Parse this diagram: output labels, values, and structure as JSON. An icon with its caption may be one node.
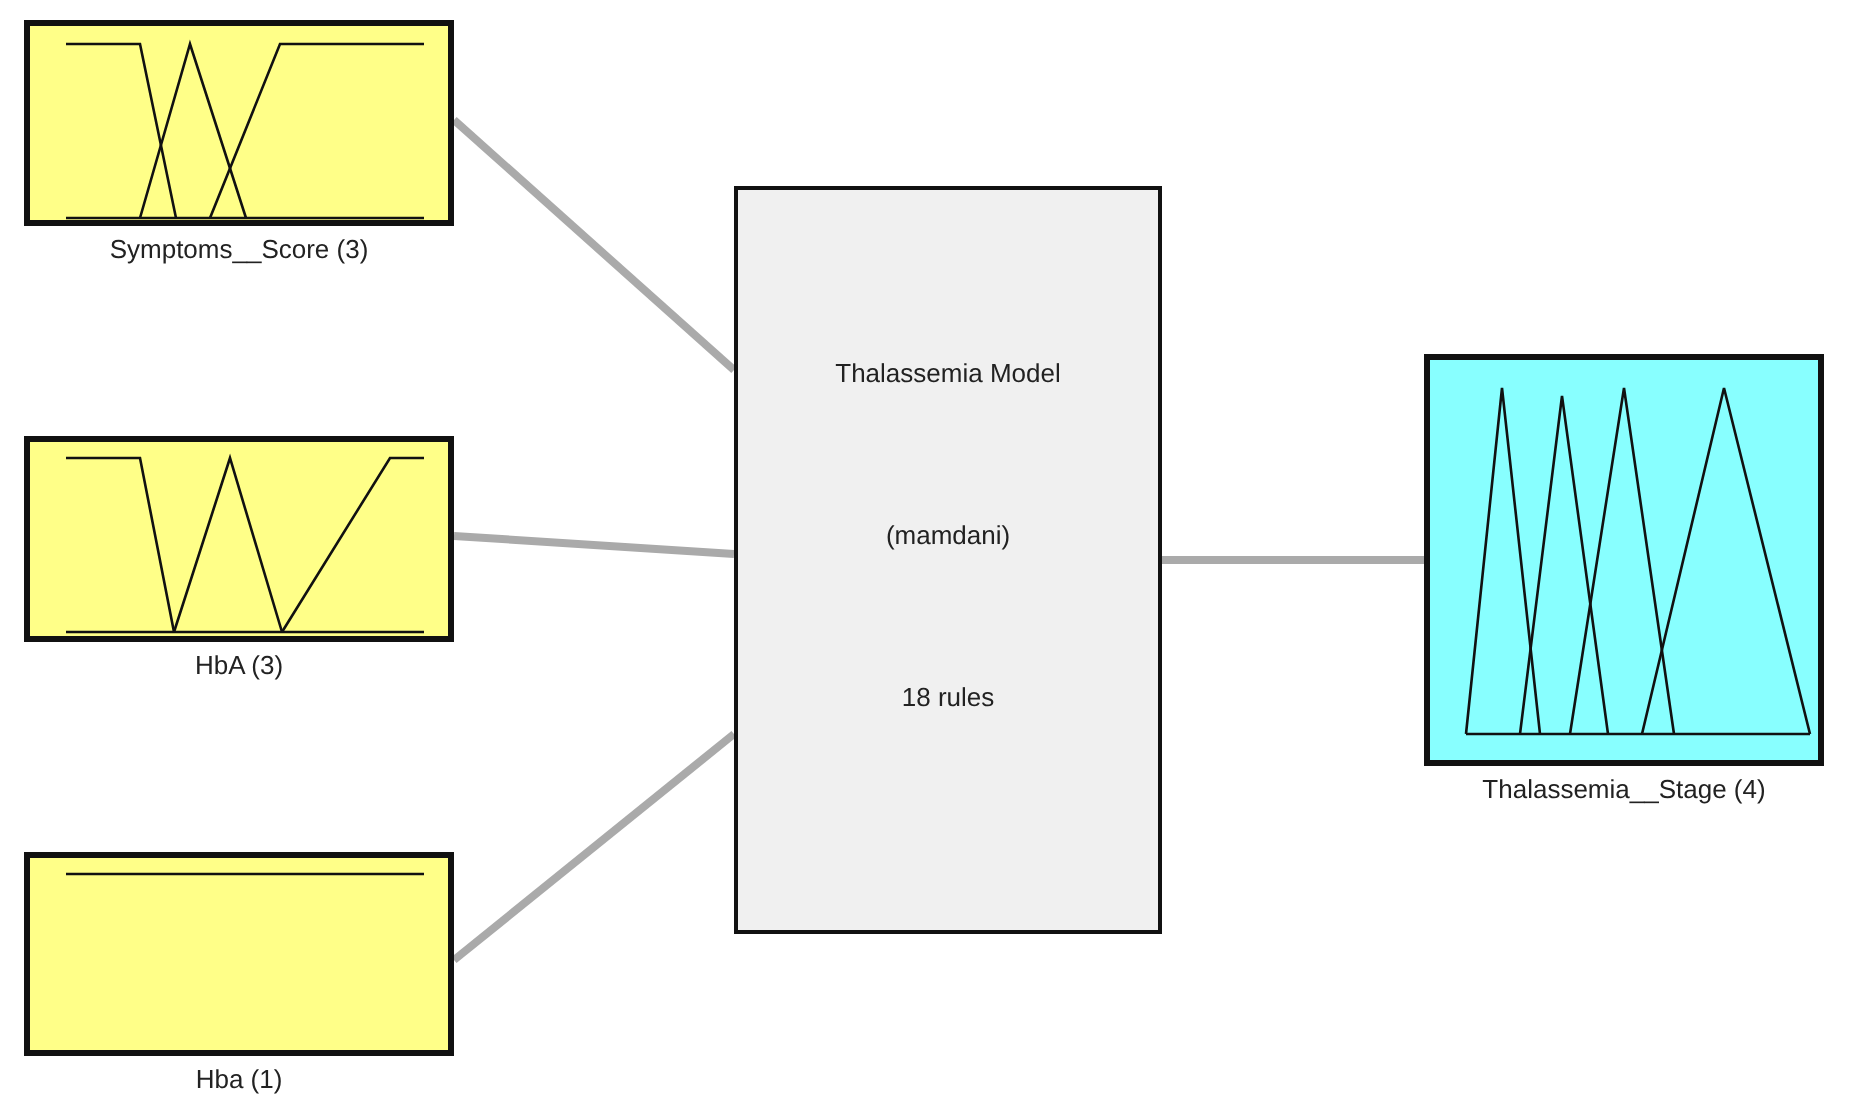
{
  "diagram": {
    "nodes": [
      {
        "text": [
          "Symptoms__Score (3)"
        ]
      },
      {
        "text": [
          "HbA (3)"
        ]
      },
      {
        "text": [
          "Hba (1)"
        ]
      },
      {
        "text": [
          "Thalassemia Model",
          "(mamdani)",
          "18 rules"
        ]
      },
      {
        "text": [
          "Thalassemia__Stage (4)"
        ]
      }
    ],
    "edges": [
      {
        "from": 0,
        "to": 3,
        "arrow": "none"
      },
      {
        "from": 1,
        "to": 3,
        "arrow": "none"
      },
      {
        "from": 2,
        "to": 3,
        "arrow": "none"
      },
      {
        "from": 3,
        "to": 4,
        "arrow": "none"
      }
    ]
  }
}
